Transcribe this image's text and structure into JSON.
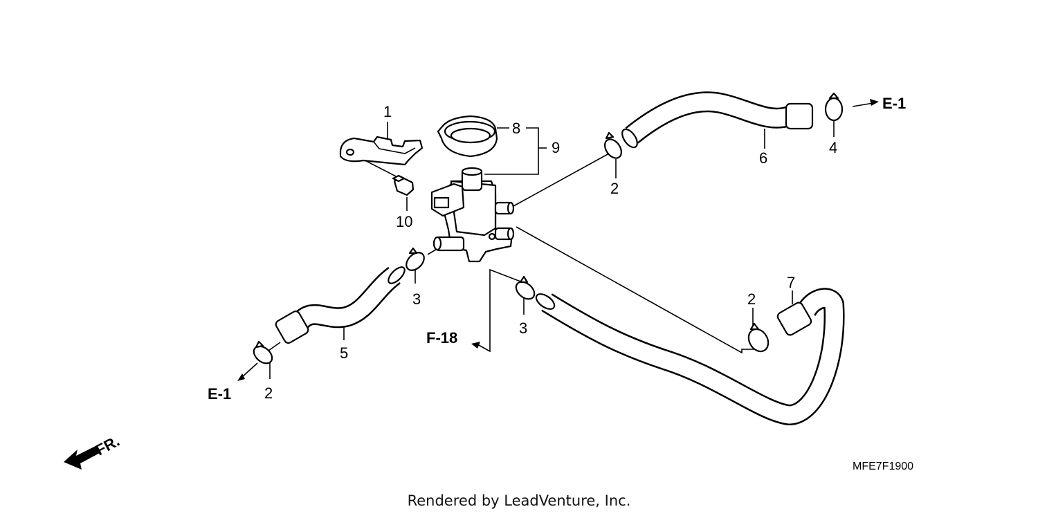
{
  "callouts": {
    "n1": "1",
    "n2a": "2",
    "n2b": "2",
    "n2c": "2",
    "n3a": "3",
    "n3b": "3",
    "n4": "4",
    "n5": "5",
    "n6": "6",
    "n7": "7",
    "n8": "8",
    "n9": "9",
    "n10": "10"
  },
  "refs": {
    "e1_top": "E-1",
    "e1_left": "E-1",
    "f18": "F-18"
  },
  "direction_marker": "FR.",
  "diagram_code": "MFE7F1900",
  "footer": "Rendered by LeadVenture, Inc."
}
